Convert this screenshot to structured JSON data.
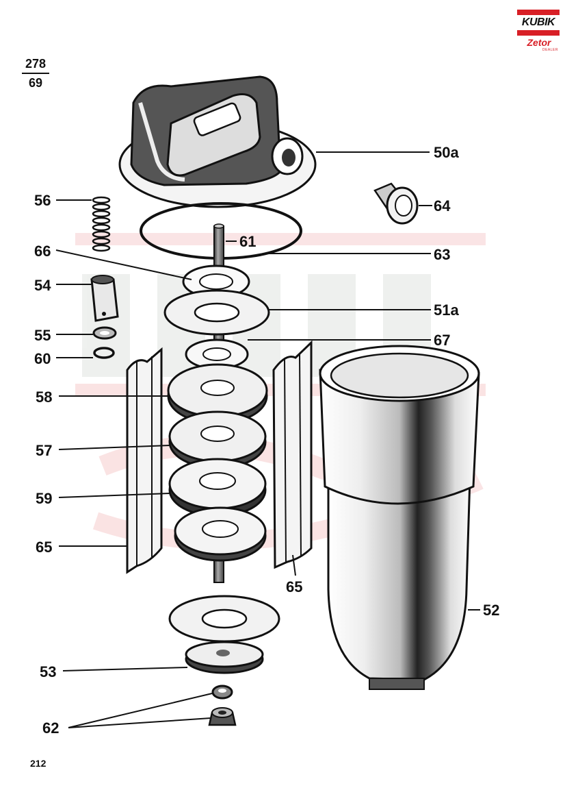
{
  "header": {
    "fraction_top": "278",
    "fraction_bottom": "69"
  },
  "logo": {
    "brand_top": "KUBIK",
    "brand_bottom": "Zetor",
    "brand_small": "DEALER"
  },
  "footer": {
    "page_number": "212"
  },
  "parts": [
    {
      "id": "p50a",
      "label": "50a"
    },
    {
      "id": "p64",
      "label": "64"
    },
    {
      "id": "p56",
      "label": "56"
    },
    {
      "id": "p61",
      "label": "61"
    },
    {
      "id": "p66",
      "label": "66"
    },
    {
      "id": "p63",
      "label": "63"
    },
    {
      "id": "p54",
      "label": "54"
    },
    {
      "id": "p51a",
      "label": "51a"
    },
    {
      "id": "p55",
      "label": "55"
    },
    {
      "id": "p67",
      "label": "67"
    },
    {
      "id": "p60",
      "label": "60"
    },
    {
      "id": "p58",
      "label": "58"
    },
    {
      "id": "p57",
      "label": "57"
    },
    {
      "id": "p59",
      "label": "59"
    },
    {
      "id": "p65a",
      "label": "65"
    },
    {
      "id": "p65b",
      "label": "65"
    },
    {
      "id": "p52",
      "label": "52"
    },
    {
      "id": "p53",
      "label": "53"
    },
    {
      "id": "p62",
      "label": "62"
    }
  ]
}
